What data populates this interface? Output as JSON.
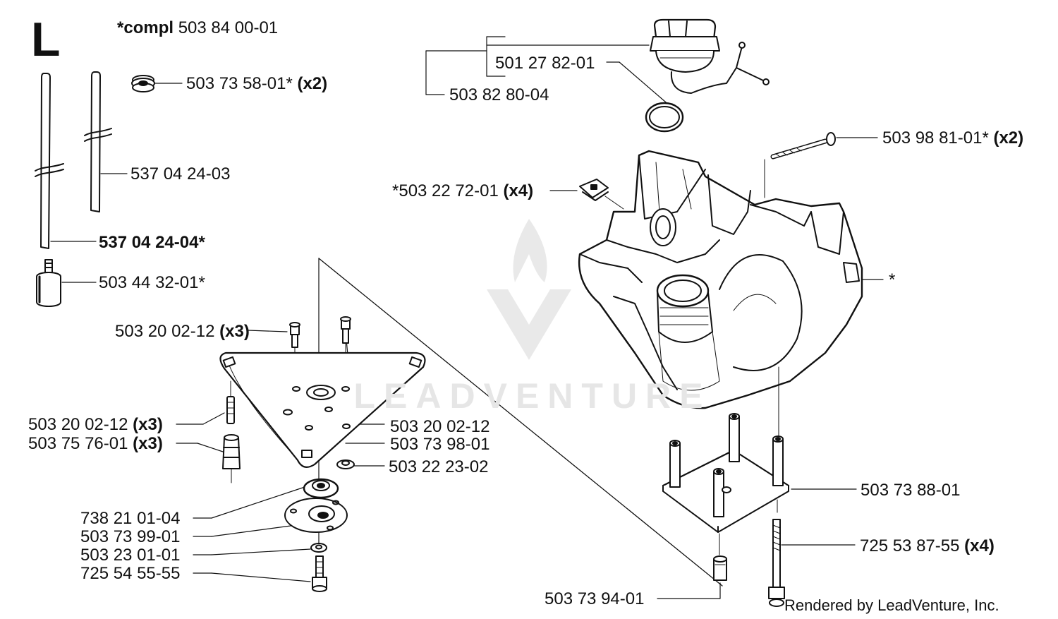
{
  "section": "L",
  "assembly": {
    "prefix": "*compl",
    "number": "503 84 00-01"
  },
  "watermark": "LEADVENTURE",
  "credit": "Rendered by LeadVenture, Inc.",
  "parts": {
    "p_503735801": {
      "num": "503 73 58-01*",
      "qty": "(x2)"
    },
    "p_537042403": {
      "num": "537 04 24-03"
    },
    "p_537042404": {
      "num": "537 04 24-04*"
    },
    "p_503443201": {
      "num": "503 44 32-01*"
    },
    "p_503200212_a": {
      "num": "503 20 02-12",
      "qty": "(x3)"
    },
    "p_503200212_b": {
      "num": "503 20 02-12",
      "qty": "(x3)"
    },
    "p_503757601": {
      "num": "503 75 76-01",
      "qty": "(x3)"
    },
    "p_503200212_c": {
      "num": "503 20 02-12"
    },
    "p_503739801": {
      "num": "503 73 98-01"
    },
    "p_503222302": {
      "num": "503 22 23-02"
    },
    "p_738210104": {
      "num": "738 21 01-04"
    },
    "p_503739901": {
      "num": "503 73 99-01"
    },
    "p_503230101": {
      "num": "503 23 01-01"
    },
    "p_725545555": {
      "num": "725 54 55-55"
    },
    "p_501278201": {
      "num": "501 27 82-01"
    },
    "p_503828004": {
      "num": "503 82 80-04"
    },
    "p_503988101": {
      "num": "503 98 81-01*",
      "qty": "(x2)"
    },
    "p_503227201": {
      "num": "*503 22 72-01",
      "qty": "(x4)"
    },
    "p_crankcase": {
      "num": "*"
    },
    "p_503738801": {
      "num": "503 73 88-01"
    },
    "p_725538755": {
      "num": "725 53 87-55",
      "qty": "(x4)"
    },
    "p_503739401": {
      "num": "503 73 94-01"
    }
  },
  "colors": {
    "ink": "#111111",
    "paper": "#ffffff",
    "watermark": "#e6e6e6"
  }
}
